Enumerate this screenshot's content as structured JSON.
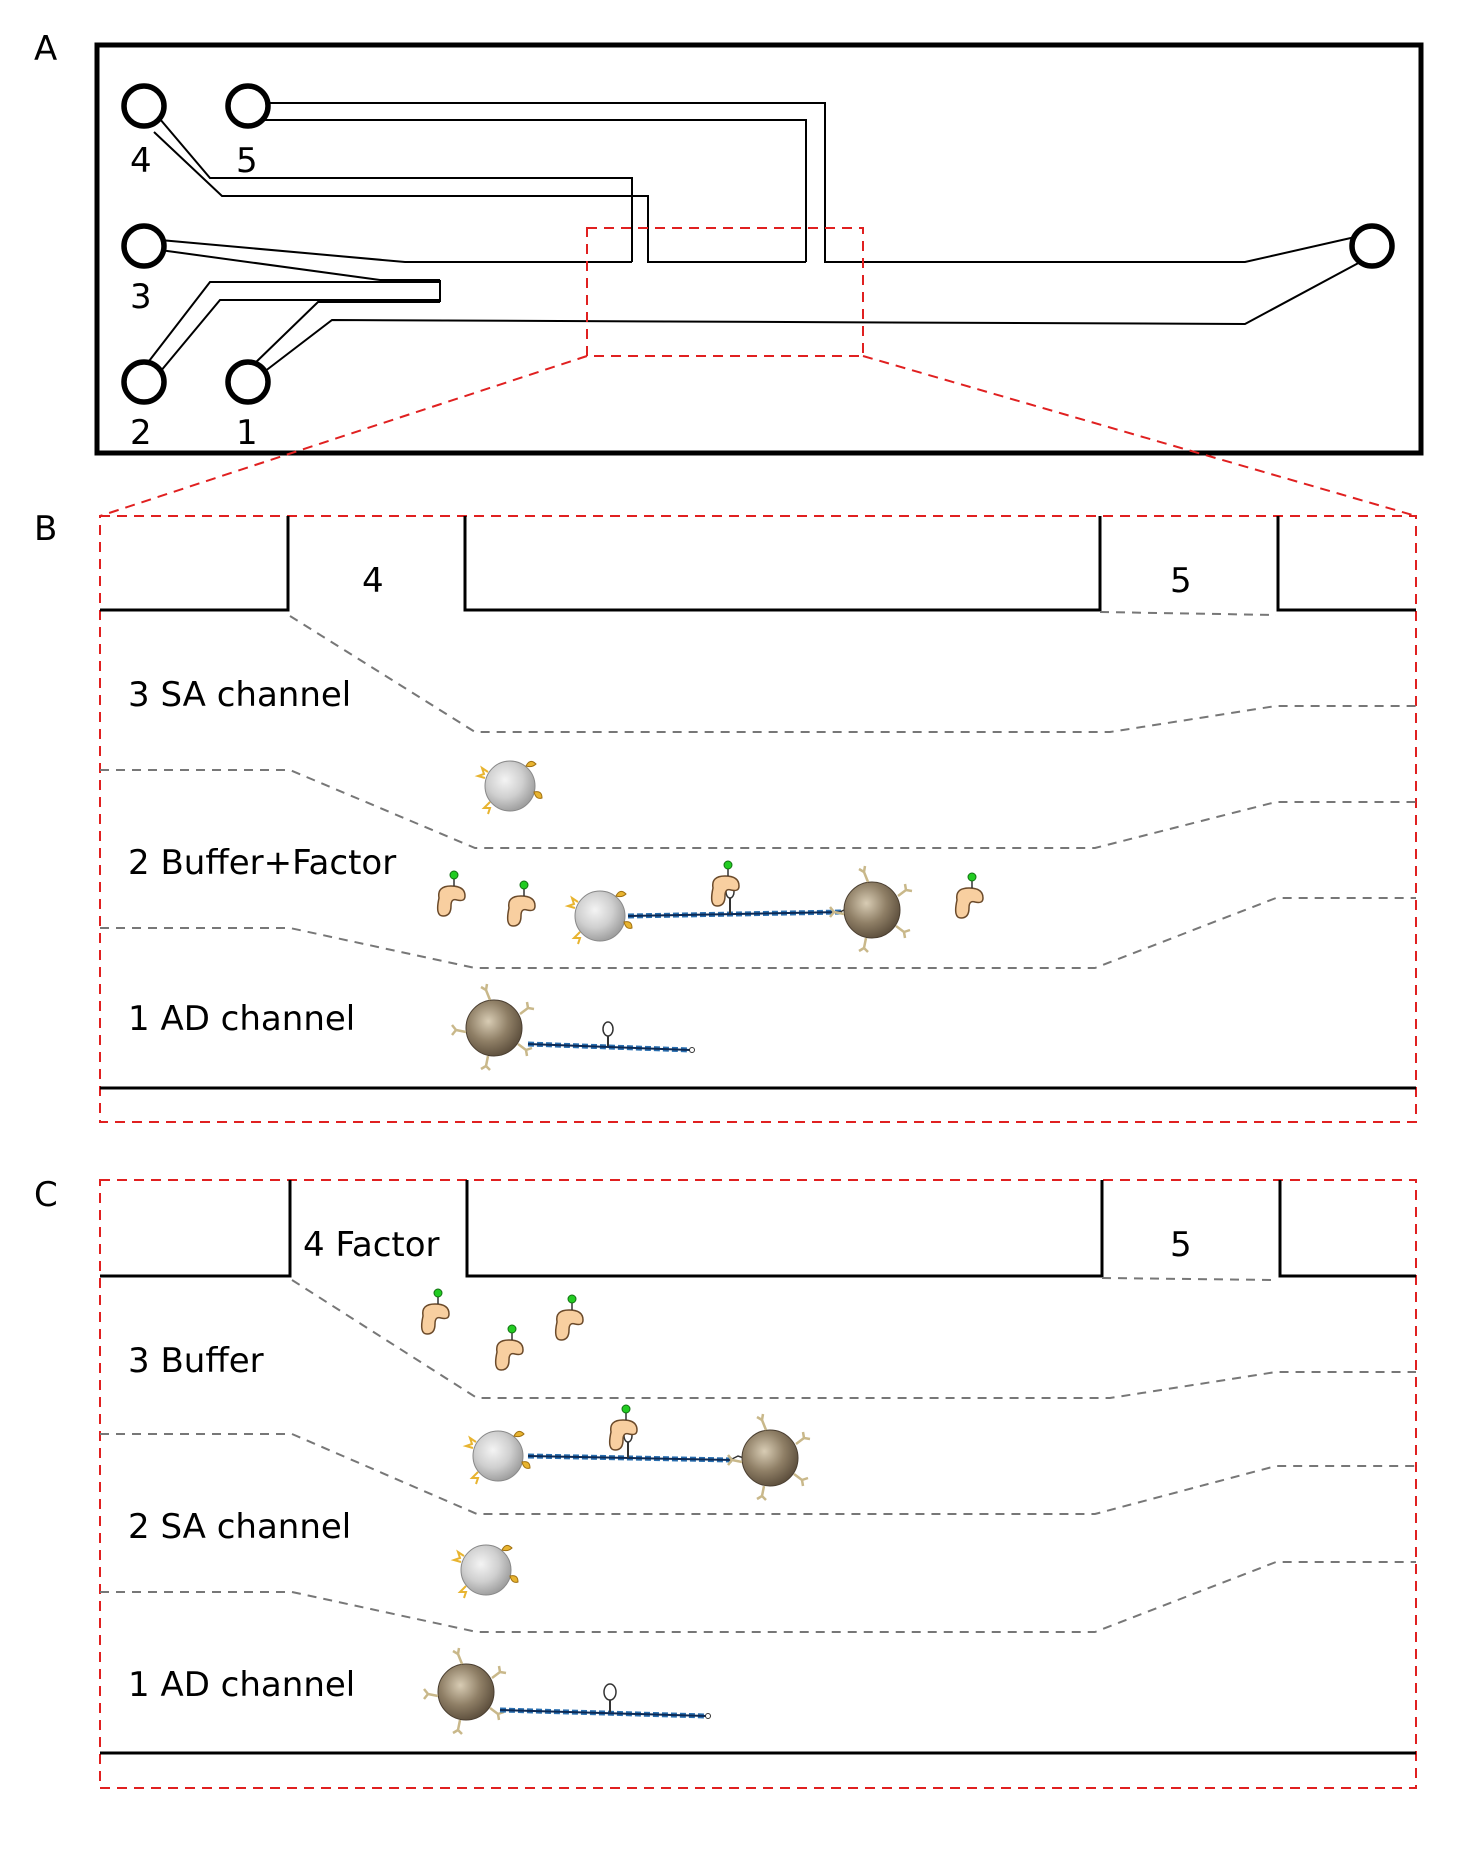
{
  "panels": {
    "a": {
      "letter": "A",
      "ports": {
        "p1": "1",
        "p2": "2",
        "p3": "3",
        "p4": "4",
        "p5": "5"
      }
    },
    "b": {
      "letter": "B",
      "inlet_left": "4",
      "inlet_right": "5",
      "channels": [
        "3 SA channel",
        "2 Buffer+Factor",
        "1 AD channel"
      ]
    },
    "c": {
      "letter": "C",
      "inlet_left": "4 Factor",
      "inlet_right": "5",
      "channels": [
        "3 Buffer",
        "2 SA channel",
        "1 AD channel"
      ]
    }
  },
  "colors": {
    "zoom_box": "#e02020",
    "flow_boundary": "#777777",
    "sa_bead": "#c8c8c8",
    "ad_bead": "#8a7a62",
    "protein": "#f8cfa0",
    "protein_tag": "#22cc22",
    "dna": "#2a6fb0"
  },
  "icons": [
    "sa-bead-icon",
    "ad-bead-icon",
    "dna-tether-icon",
    "dna-hairpin-icon",
    "factor-protein-icon"
  ]
}
